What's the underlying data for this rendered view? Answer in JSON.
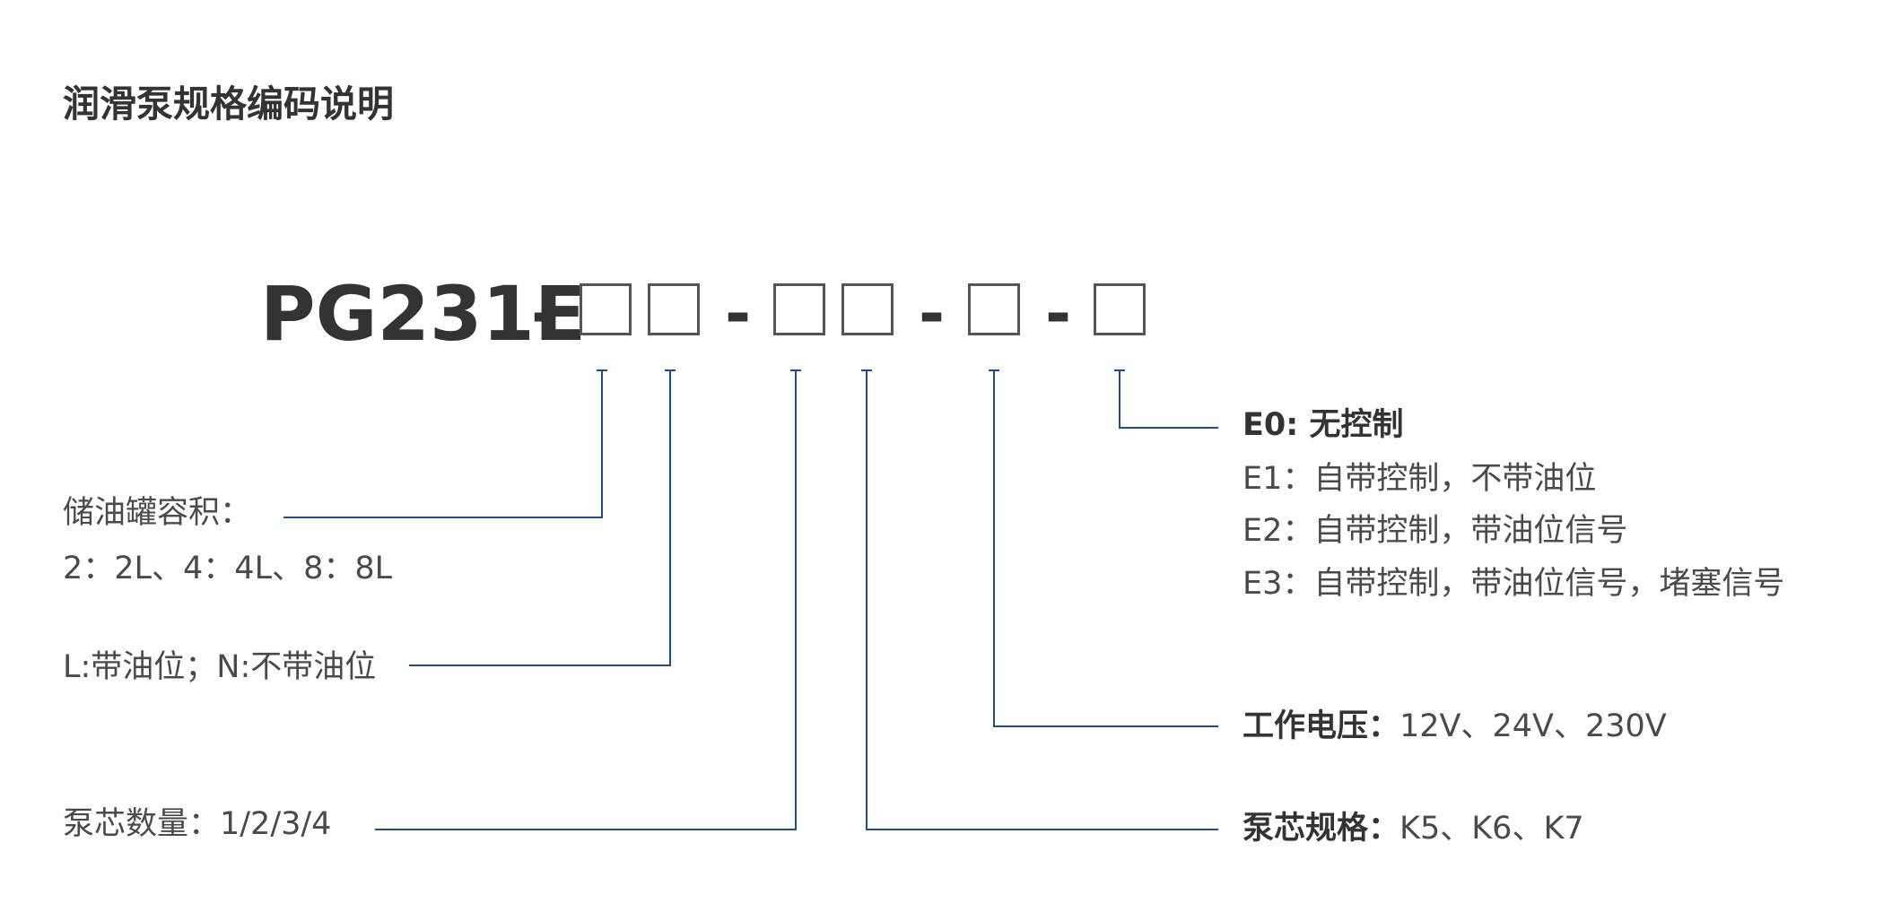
{
  "title": "润滑泵规格编码说明",
  "code": {
    "prefix": "PG231E",
    "separator": "-"
  },
  "left_labels": {
    "tank_volume_title": "储油罐容积：",
    "tank_volume_values": "2：2L、4：4L、8：8L",
    "oil_level": "L:带油位；N:不带油位",
    "pump_core_count": "泵芯数量：1/2/3/4"
  },
  "right_labels": {
    "control_e0": "E0: 无控制",
    "control_e1": "E1：自带控制，不带油位",
    "control_e2": "E2：自带控制，带油位信号",
    "control_e3": "E3：自带控制，带油位信号，堵塞信号",
    "voltage_label": "工作电压：",
    "voltage_values": "12V、24V、230V",
    "pump_spec_label": "泵芯规格：",
    "pump_spec_values": "K5、K6、K7"
  },
  "colors": {
    "connector_line": "#1f4e8c",
    "heading_text": "#333333",
    "body_text": "#4a4a4a"
  }
}
